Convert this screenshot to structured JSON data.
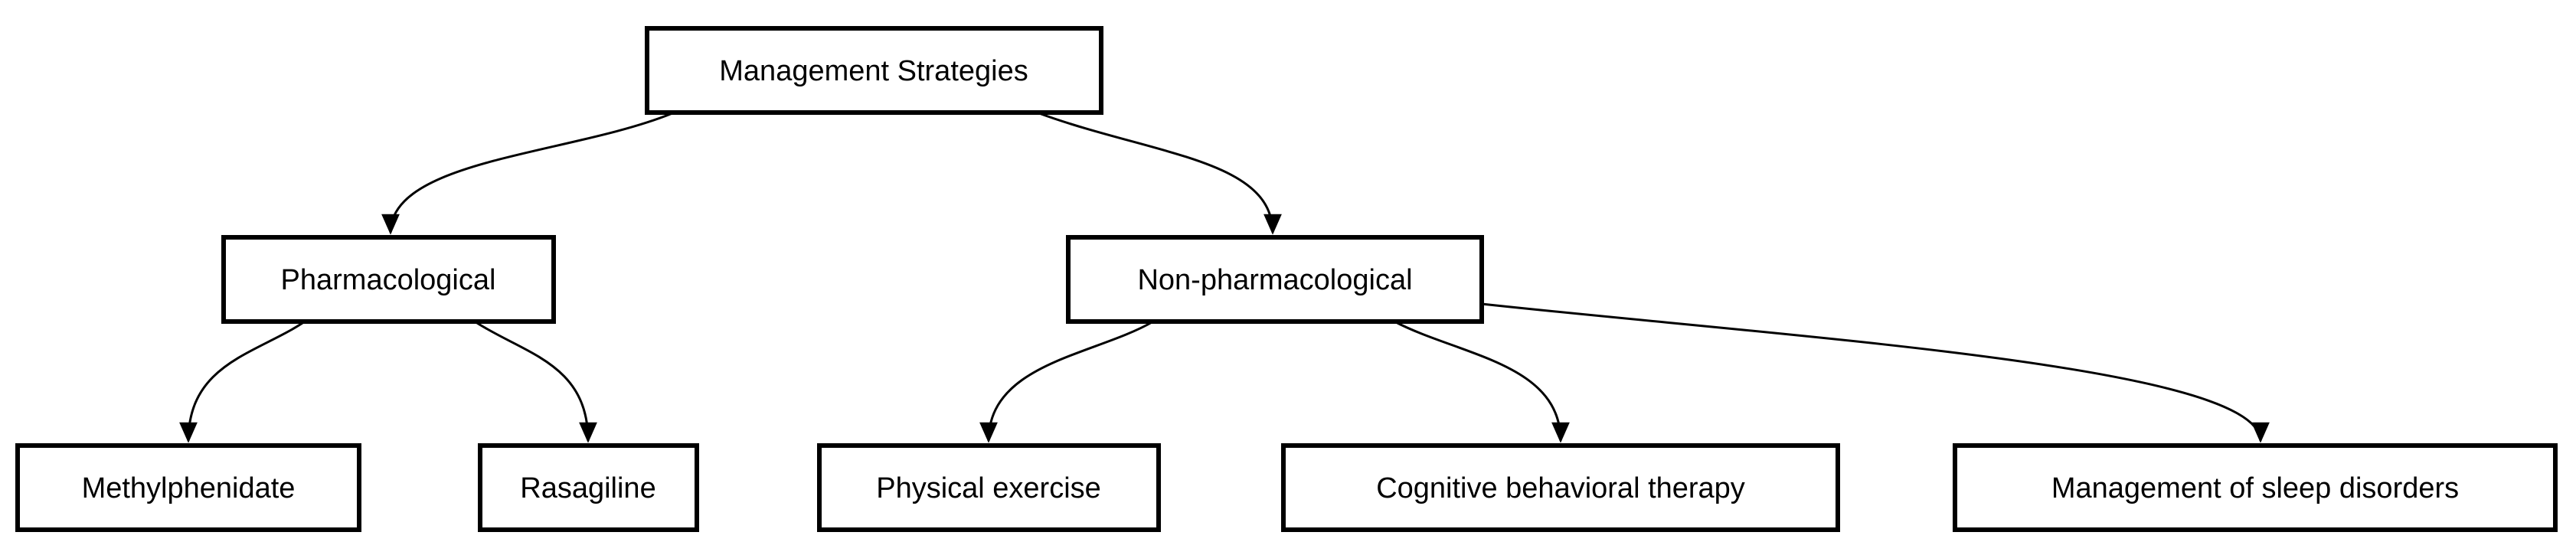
{
  "diagram": {
    "colors": {
      "background": "#ffffff",
      "node_fill": "#ffffff",
      "node_border": "#000000",
      "edge": "#000000",
      "text": "#000000"
    },
    "nodes": [
      {
        "id": "management-strategies",
        "label": "Management Strategies",
        "level": 1
      },
      {
        "id": "pharmacological",
        "label": "Pharmacological",
        "level": 2
      },
      {
        "id": "non-pharmacological",
        "label": "Non-pharmacological",
        "level": 2
      },
      {
        "id": "methylphenidate",
        "label": "Methylphenidate",
        "level": 3
      },
      {
        "id": "rasagiline",
        "label": "Rasagiline",
        "level": 3
      },
      {
        "id": "physical-exercise",
        "label": "Physical exercise",
        "level": 3
      },
      {
        "id": "cognitive-behavioral-therapy",
        "label": "Cognitive behavioral therapy",
        "level": 3
      },
      {
        "id": "management-of-sleep-disorders",
        "label": "Management of sleep disorders",
        "level": 3
      }
    ],
    "edges": [
      {
        "from": "management-strategies",
        "to": "pharmacological"
      },
      {
        "from": "management-strategies",
        "to": "non-pharmacological"
      },
      {
        "from": "pharmacological",
        "to": "methylphenidate"
      },
      {
        "from": "pharmacological",
        "to": "rasagiline"
      },
      {
        "from": "non-pharmacological",
        "to": "physical-exercise"
      },
      {
        "from": "non-pharmacological",
        "to": "cognitive-behavioral-therapy"
      },
      {
        "from": "non-pharmacological",
        "to": "management-of-sleep-disorders"
      }
    ]
  }
}
